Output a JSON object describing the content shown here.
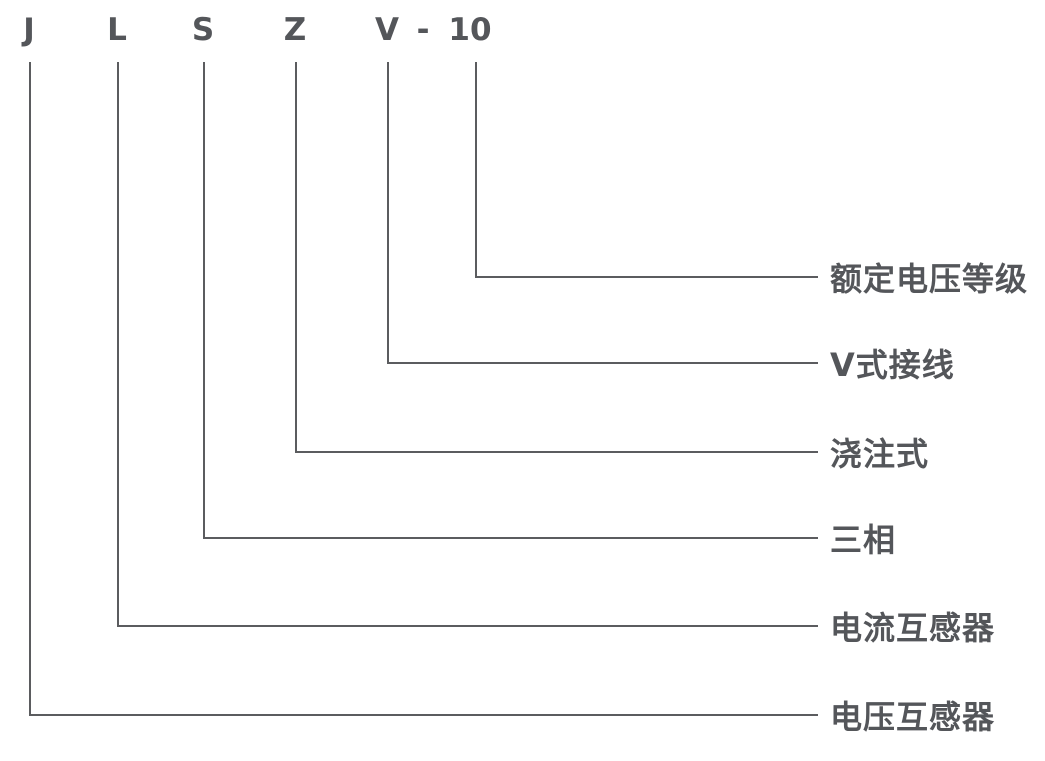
{
  "diagram": {
    "separator": "-",
    "colors": {
      "line": "#5B5C5F",
      "text": "#54565A",
      "background": "#FFFFFF"
    },
    "codes": [
      {
        "symbol": "J",
        "meaning": "电压互感器"
      },
      {
        "symbol": "L",
        "meaning": "电流互感器"
      },
      {
        "symbol": "S",
        "meaning": "三相"
      },
      {
        "symbol": "Z",
        "meaning": "浇注式"
      },
      {
        "symbol": "V",
        "meaning": "V式接线"
      },
      {
        "symbol": "10",
        "meaning": "额定电压等级"
      }
    ]
  }
}
